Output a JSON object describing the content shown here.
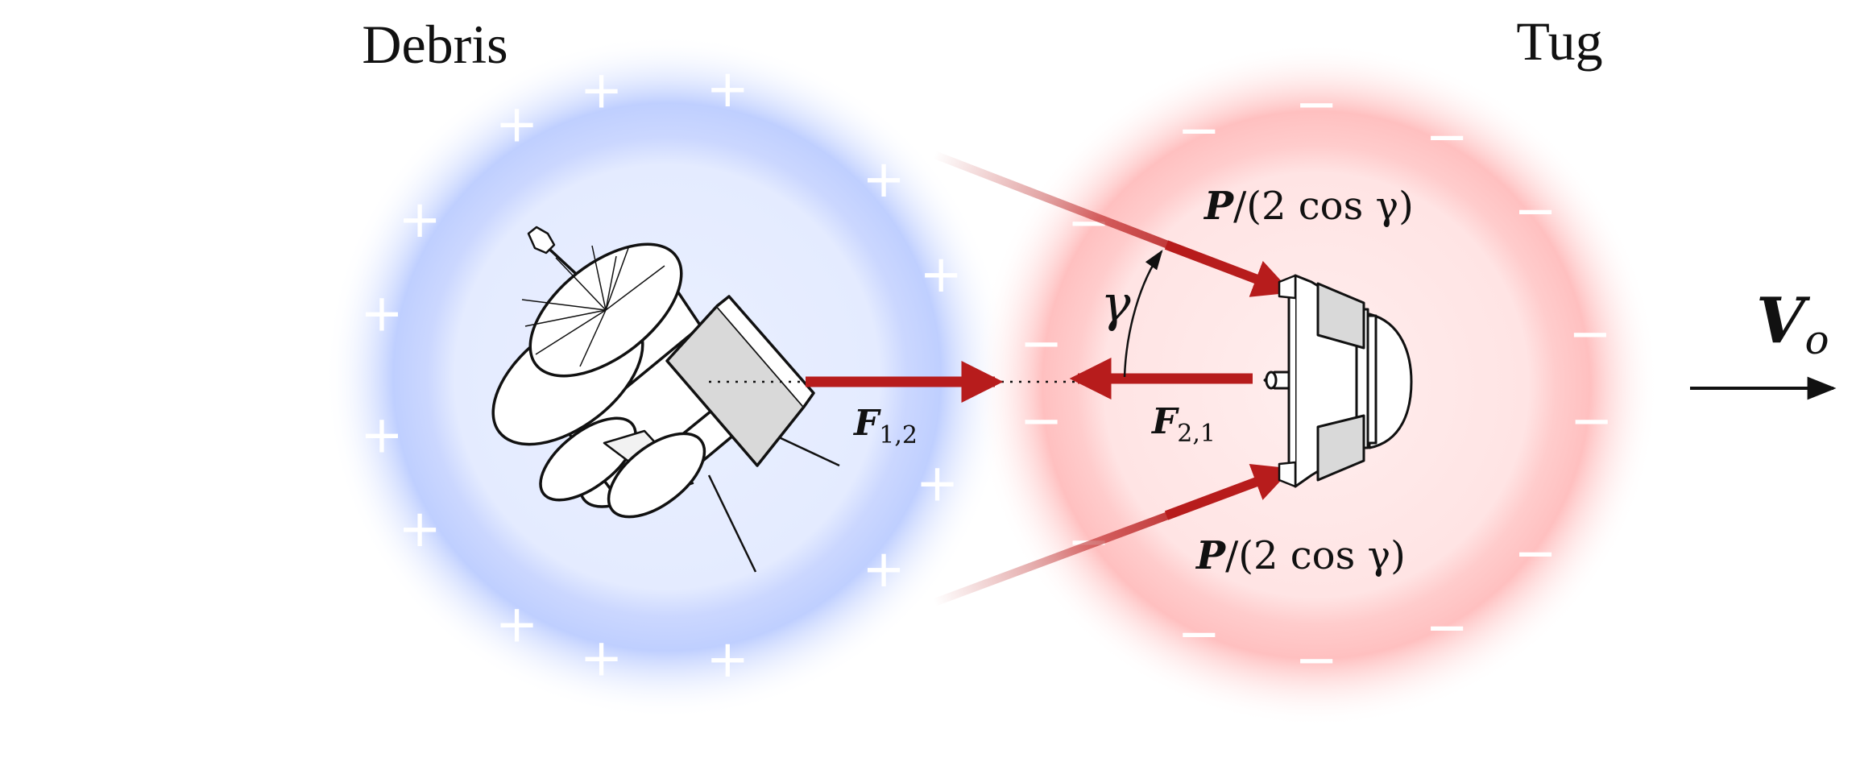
{
  "labels": {
    "debris": "Debris",
    "tug": "Tug",
    "gamma": "γ",
    "force_12_symbol": "F",
    "force_12_sub": "1,2",
    "force_21_symbol": "F",
    "force_21_sub": "2,1",
    "thrust_top_bold": "P",
    "thrust_top_rest": "/(2 cos γ)",
    "thrust_bottom_bold": "P",
    "thrust_bottom_rest": "/(2 cos γ)",
    "velocity_symbol": "V",
    "velocity_sub": "o"
  },
  "charges": {
    "debris_sign": "+",
    "tug_sign": "−"
  },
  "colors": {
    "debris_field": "#b9c9ff",
    "tug_field": "#ffb3b3",
    "force_arrow": "#b71c1c",
    "outline": "#111111",
    "panel_gray": "#d9d9d9"
  },
  "icons": {
    "debris": "satellite-icon",
    "tug": "capsule-icon"
  }
}
